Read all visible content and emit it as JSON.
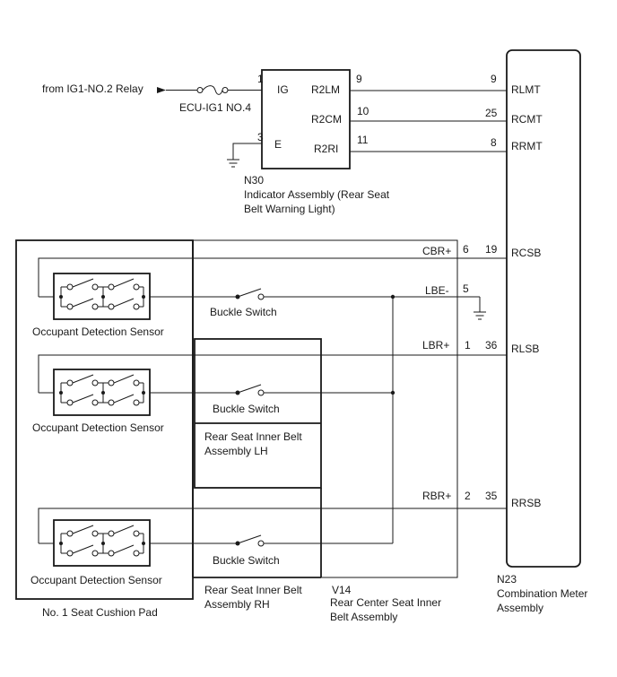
{
  "source": {
    "label": "from IG1-NO.2 Relay"
  },
  "fuse": {
    "label": "ECU-IG1 NO.4"
  },
  "n30": {
    "code": "N30",
    "name_line1": "Indicator Assembly (Rear Seat",
    "name_line2": "Belt Warning Light)",
    "pins": {
      "ig": {
        "num": "1",
        "name": "IG"
      },
      "e": {
        "num": "3",
        "name": "E"
      },
      "r2lm": {
        "num": "9",
        "name": "R2LM"
      },
      "r2cm": {
        "num": "10",
        "name": "R2CM"
      },
      "r2ri": {
        "num": "11",
        "name": "R2RI"
      }
    }
  },
  "n23": {
    "code": "N23",
    "name_line1": "Combination Meter",
    "name_line2": "Assembly",
    "pins": {
      "rlmt": {
        "num": "9",
        "name": "RLMT"
      },
      "rcmt": {
        "num": "25",
        "name": "RCMT"
      },
      "rrmt": {
        "num": "8",
        "name": "RRMT"
      },
      "rcsb": {
        "num": "19",
        "name": "RCSB"
      },
      "rlsb": {
        "num": "36",
        "name": "RLSB"
      },
      "rrsb": {
        "num": "35",
        "name": "RRSB"
      }
    }
  },
  "v14": {
    "code": "V14",
    "name_line1": "Rear Center Seat Inner",
    "name_line2": "Belt Assembly",
    "pins": {
      "cbr": {
        "num": "6",
        "name": "CBR+"
      },
      "lbe": {
        "num": "5",
        "name": "LBE-"
      },
      "lbr": {
        "num": "1",
        "name": "LBR+"
      },
      "rbr": {
        "num": "2",
        "name": "RBR+"
      }
    }
  },
  "sensors": [
    {
      "label": "Occupant Detection Sensor"
    },
    {
      "label": "Occupant Detection Sensor"
    },
    {
      "label": "Occupant Detection Sensor"
    }
  ],
  "switches": [
    {
      "label": "Buckle Switch"
    },
    {
      "label": "Buckle Switch"
    },
    {
      "label": "Buckle Switch"
    }
  ],
  "belt_lh": {
    "line1": "Rear Seat Inner Belt",
    "line2": "Assembly LH"
  },
  "belt_rh": {
    "line1": "Rear Seat Inner Belt",
    "line2": "Assembly RH"
  },
  "cushion": {
    "label": "No. 1 Seat Cushion Pad"
  }
}
